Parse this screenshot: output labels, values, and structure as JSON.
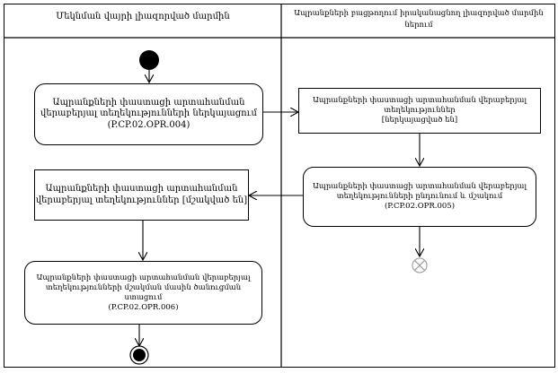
{
  "lanes": {
    "left_header": "Մեկնման վայրի լիազորված մարմին",
    "right_header_line1": "Ապրանքների բացթողում իրականացնող լիազորված մարմին",
    "right_header_line2": "ներում"
  },
  "nodes": {
    "a1_line1": "Ապրանքների փաստացի արտահանման",
    "a1_line2": "վերաբերյալ տեղեկությունների ներկայացում",
    "a1_code": "(P.CP.02.OPR.004)",
    "o1_line1": "Ապրանքների փաստացի արտահանման վերաբերյալ",
    "o1_line2": "տեղեկություններ",
    "o1_line3": "[ներկայացված են]",
    "a2_line1": "Ապրանքների փաստացի արտահանման վերաբերյալ",
    "a2_line2": "տեղեկությունների ընդունում և մշակում",
    "a2_code": "(P.CP.02.OPR.005)",
    "o2_line1": "Ապրանքների փաստացի արտահանման",
    "o2_line2": "վերաբերյալ տեղեկություններ [մշակված են]",
    "a3_line1": "Ապրանքների փաստացի արտահանման վերաբերյալ",
    "a3_line2": "տեղեկությունների մշակման մասին ծանուցման",
    "a3_line3": "ստացում",
    "a3_code": "(P.CP.02.OPR.006)"
  }
}
